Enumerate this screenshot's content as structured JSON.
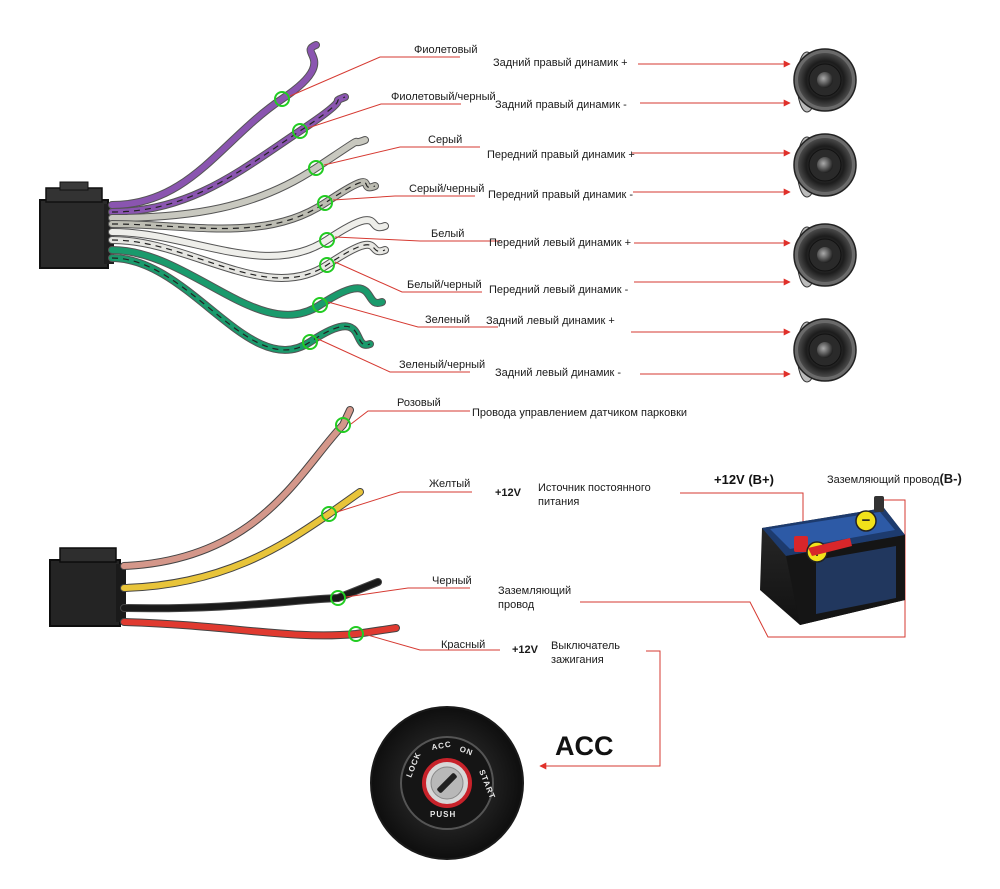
{
  "speaker_wires": [
    {
      "color_name": "Фиолетовый",
      "function": "Задний правый динамик +",
      "wire_color": "#8a55b0",
      "stripe": false
    },
    {
      "color_name": "Фиолетовый/черный",
      "function": "Задний правый динамик -",
      "wire_color": "#8a55b0",
      "stripe": true
    },
    {
      "color_name": "Серый",
      "function": "Передний правый динамик +",
      "wire_color": "#c8c8bf",
      "stripe": false
    },
    {
      "color_name": "Серый/черный",
      "function": "Передний правый динамик -",
      "wire_color": "#bdbdb3",
      "stripe": true
    },
    {
      "color_name": "Белый",
      "function": "Передний левый динамик +",
      "wire_color": "#eeeeea",
      "stripe": false
    },
    {
      "color_name": "Белый/черный",
      "function": "Передний левый динамик -",
      "wire_color": "#e6e6e2",
      "stripe": true
    },
    {
      "color_name": "Зеленый",
      "function": "Задний левый динамик +",
      "wire_color": "#1a9a6c",
      "stripe": false
    },
    {
      "color_name": "Зеленый/черный",
      "function": "Задний левый динамик -",
      "wire_color": "#1a9a6c",
      "stripe": true
    }
  ],
  "power_wires": [
    {
      "color_name": "Розовый",
      "function": "Провода управлением датчиком парковки",
      "voltage": "",
      "wire_color": "#d4978a"
    },
    {
      "color_name": "Желтый",
      "function": "Источник постоянного питания",
      "function_line1": "Источник постоянного",
      "function_line2": "питания",
      "voltage": "+12V",
      "wire_color": "#e8c43a"
    },
    {
      "color_name": "Черный",
      "function": "Заземляющий провод",
      "function_line1": "Заземляющий",
      "function_line2": "провод",
      "voltage": "",
      "wire_color": "#1a1a1a"
    },
    {
      "color_name": "Красный",
      "function": "Выключатель зажигания",
      "function_line1": "Выключатель",
      "function_line2": "зажигания",
      "voltage": "+12V",
      "wire_color": "#e03a30"
    }
  ],
  "battery": {
    "positive_label": "+12V  (B+)",
    "ground_label_text": "Заземляющий провод",
    "ground_label_suffix": "(B-)"
  },
  "ignition": {
    "label": "ACC",
    "ring_words": [
      "LOCK",
      "ACC",
      "ON",
      "START",
      "PUSH"
    ]
  },
  "colors": {
    "arrow": "#e0302a",
    "marker": "#22cc22",
    "leader": "#d63a32"
  }
}
